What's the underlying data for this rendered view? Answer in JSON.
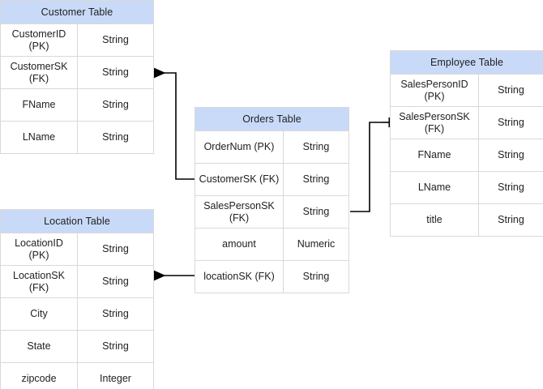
{
  "diagram": {
    "title_text": "",
    "colors": {
      "header_fill": "#c9daf8",
      "border": "#d9d9d9",
      "text": "#202124",
      "connector": "#000000",
      "background": "#ffffff"
    },
    "entities": [
      {
        "id": "customer",
        "header": "Customer Table",
        "fields": [
          {
            "name": "CustomerID (PK)",
            "type": "String"
          },
          {
            "name": "CustomerSK (FK)",
            "type": "String"
          },
          {
            "name": "FName",
            "type": "String"
          },
          {
            "name": "LName",
            "type": "String"
          }
        ]
      },
      {
        "id": "location",
        "header": "Location Table",
        "fields": [
          {
            "name": "LocationID (PK)",
            "type": "String"
          },
          {
            "name": "LocationSK (FK)",
            "type": "String"
          },
          {
            "name": "City",
            "type": "String"
          },
          {
            "name": "State",
            "type": "String"
          },
          {
            "name": "zipcode",
            "type": "Integer"
          }
        ]
      },
      {
        "id": "orders",
        "header": "Orders Table",
        "fields": [
          {
            "name": "OrderNum (PK)",
            "type": "String"
          },
          {
            "name": "CustomerSK (FK)",
            "type": "String"
          },
          {
            "name": "SalesPersonSK (FK)",
            "type": "String"
          },
          {
            "name": "amount",
            "type": "Numeric"
          },
          {
            "name": "locationSK (FK)",
            "type": "String"
          }
        ]
      },
      {
        "id": "employee",
        "header": "Employee Table",
        "fields": [
          {
            "name": "SalesPersonID (PK)",
            "type": "String"
          },
          {
            "name": "SalesPersonSK (FK)",
            "type": "String"
          },
          {
            "name": "FName",
            "type": "String"
          },
          {
            "name": "LName",
            "type": "String"
          },
          {
            "name": "title",
            "type": "String"
          }
        ]
      }
    ],
    "relationships": [
      {
        "id": "orders-customer",
        "from": "orders.CustomerSK (FK)",
        "to": "customer.CustomerSK (FK)",
        "label": ""
      },
      {
        "id": "orders-employee",
        "from": "orders.SalesPersonSK (FK)",
        "to": "employee.SalesPersonSK (FK)",
        "label": ""
      },
      {
        "id": "orders-location",
        "from": "orders.locationSK (FK)",
        "to": "location.LocationSK (FK)",
        "label": ""
      }
    ]
  }
}
